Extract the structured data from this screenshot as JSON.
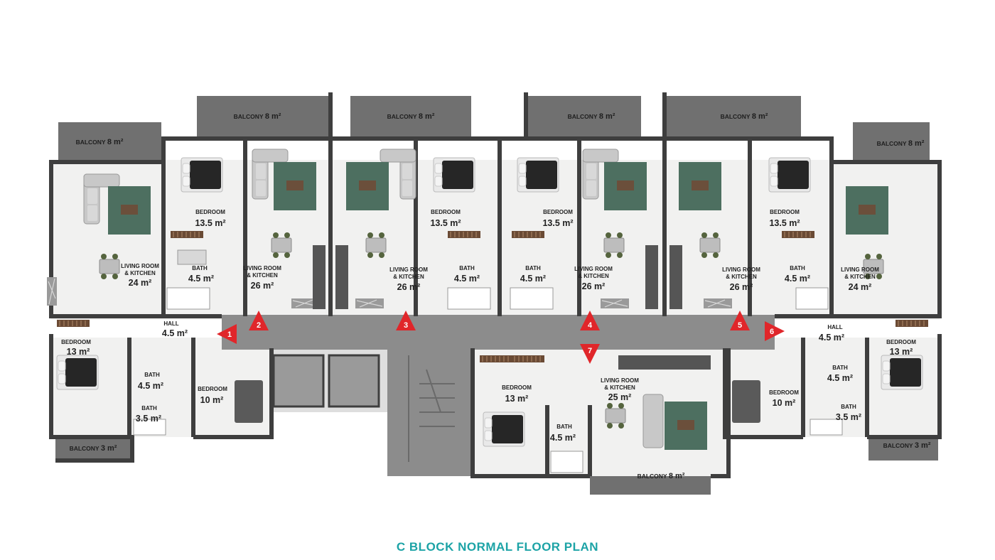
{
  "caption": "C BLOCK  NORMAL FLOOR PLAN",
  "colors": {
    "wall": "#3e3e3e",
    "balcony": "#707070",
    "corridor": "#8c8c8c",
    "floor": "#f1f1f0",
    "rug": "#4d6f60",
    "arrow": "#e0262a",
    "caption": "#1ca3a6"
  },
  "balconies": [
    {
      "label": "BALCONY",
      "area": "8 m²"
    },
    {
      "label": "BALCONY",
      "area": "8 m²"
    },
    {
      "label": "BALCONY",
      "area": "8 m²"
    },
    {
      "label": "BALCONY",
      "area": "8 m²"
    },
    {
      "label": "BALCONY",
      "area": "8 m²"
    },
    {
      "label": "BALCONY",
      "area": "8 m²"
    },
    {
      "label": "BALCONY",
      "area": "3 m²"
    },
    {
      "label": "BALCONY",
      "area": "3 m²"
    },
    {
      "label": "BALCONY",
      "area": "8 m²"
    }
  ],
  "rooms": [
    {
      "name": "BEDROOM",
      "area": "13.5 m²"
    },
    {
      "name": "BEDROOM",
      "area": "13.5 m²"
    },
    {
      "name": "BEDROOM",
      "area": "13.5 m²"
    },
    {
      "name": "BEDROOM",
      "area": "13.5 m²"
    },
    {
      "name": "LIVING ROOM",
      "name2": "& KITCHEN",
      "area": "24 m²"
    },
    {
      "name": "LIVING ROOM",
      "name2": "& KITCHEN",
      "area": "26 m²"
    },
    {
      "name": "LIVING ROOM",
      "name2": "& KITCHEN",
      "area": "26 m²"
    },
    {
      "name": "LIVING ROOM",
      "name2": "& KITCHEN",
      "area": "26 m²"
    },
    {
      "name": "LIVING ROOM",
      "name2": "& KITCHEN",
      "area": "26 m²"
    },
    {
      "name": "LIVING ROOM",
      "name2": "& KITCHEN",
      "area": "24 m²"
    },
    {
      "name": "BATH",
      "area": "4.5 m²"
    },
    {
      "name": "BATH",
      "area": "4.5 m²"
    },
    {
      "name": "BATH",
      "area": "4.5 m²"
    },
    {
      "name": "BATH",
      "area": "4.5 m²"
    },
    {
      "name": "HALL",
      "area": "4.5 m²"
    },
    {
      "name": "HALL",
      "area": "4.5 m²"
    },
    {
      "name": "BEDROOM",
      "area": "13 m²"
    },
    {
      "name": "BEDROOM",
      "area": "13 m²"
    },
    {
      "name": "BATH",
      "area": "4.5 m²"
    },
    {
      "name": "BATH",
      "area": "3.5 m²"
    },
    {
      "name": "BATH",
      "area": "4.5 m²"
    },
    {
      "name": "BATH",
      "area": "3.5 m²"
    },
    {
      "name": "BEDROOM",
      "area": "10 m²"
    },
    {
      "name": "BEDROOM",
      "area": "10 m²"
    },
    {
      "name": "BEDROOM",
      "area": "13 m²"
    },
    {
      "name": "BATH",
      "area": "4.5 m²"
    },
    {
      "name": "LIVING ROOM",
      "name2": "& KITCHEN",
      "area": "25 m²"
    }
  ],
  "entrances": [
    "1",
    "2",
    "3",
    "4",
    "5",
    "6",
    "7"
  ]
}
